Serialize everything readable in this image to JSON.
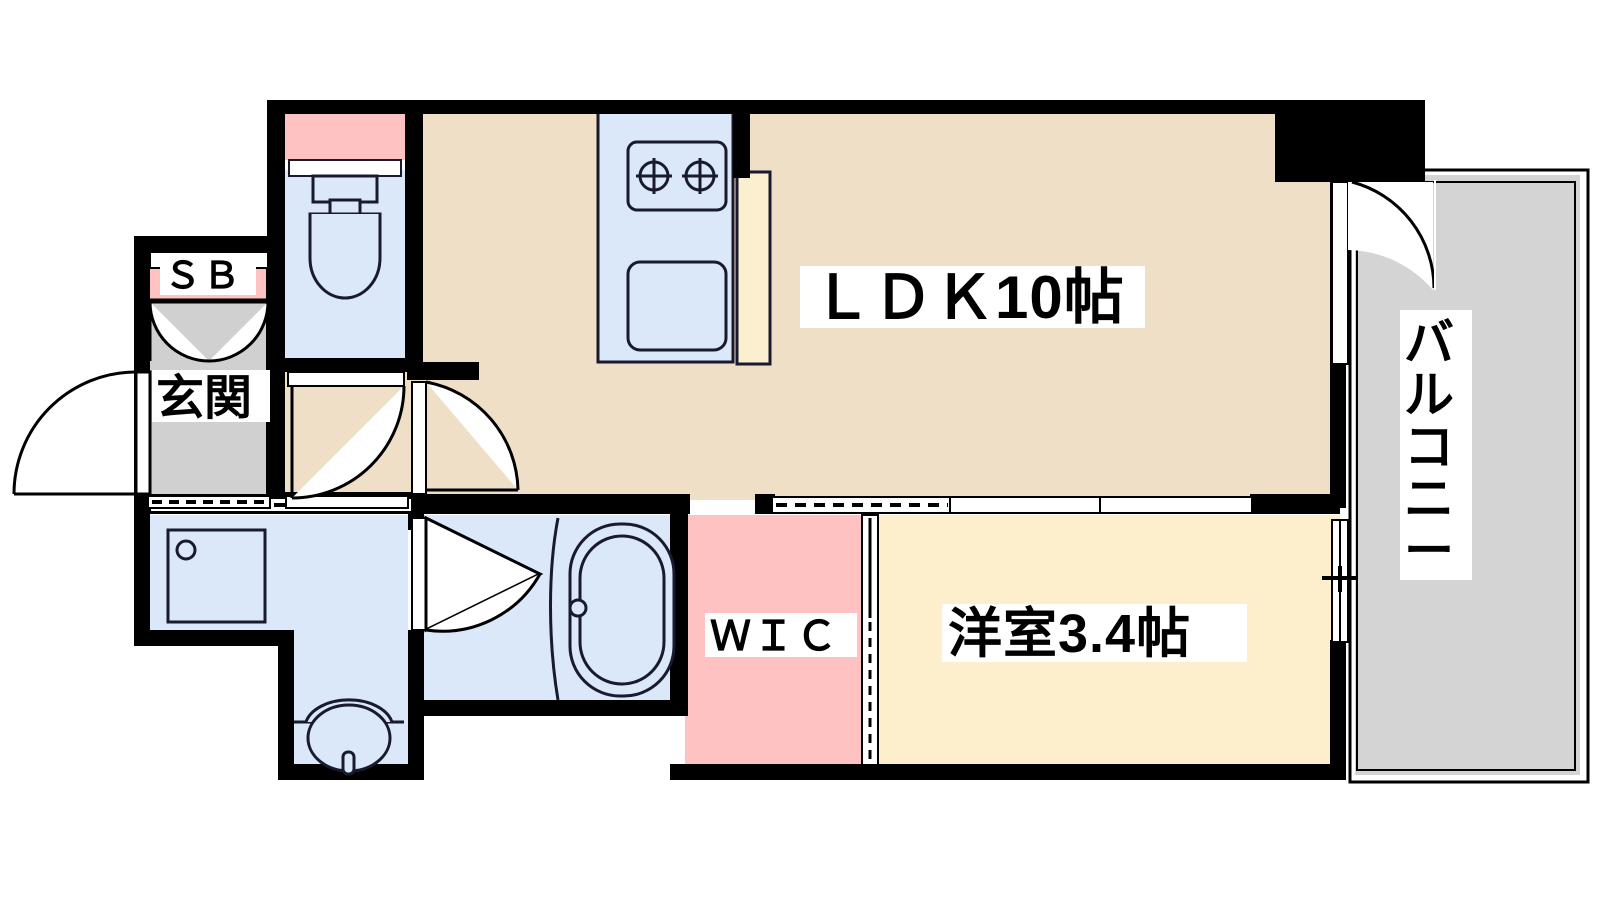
{
  "plan": {
    "title": "間取り図",
    "type": "apartment-floor-plan",
    "orientation": "plan-view"
  },
  "rooms": [
    {
      "key": "ldk",
      "label": "ＬＤＫ10帖",
      "size_jo": 10,
      "floor_color": "#EFDFC7"
    },
    {
      "key": "bedroom",
      "label": "洋室3.4帖",
      "size_jo": 3.4,
      "floor_color": "#FDEFCB"
    },
    {
      "key": "wic",
      "label": "ＷＩＣ",
      "size_jo": null,
      "floor_color": "#FFC2C2"
    },
    {
      "key": "genkan",
      "label": "玄関",
      "size_jo": null,
      "floor_color": "#D0D0D0"
    },
    {
      "key": "sb",
      "label": "ＳＢ",
      "size_jo": null,
      "floor_color": "#FFC2C2"
    },
    {
      "key": "balcony",
      "label": "バルコニー",
      "size_jo": null,
      "floor_color": "#D4D4D4"
    },
    {
      "key": "toilet",
      "label": "",
      "size_jo": null,
      "floor_color": "#DAE8FA"
    },
    {
      "key": "bath",
      "label": "",
      "size_jo": null,
      "floor_color": "#DAE8FA"
    },
    {
      "key": "washroom",
      "label": "",
      "size_jo": null,
      "floor_color": "#DAE8FA"
    }
  ],
  "labels": {
    "ldk": "ＬＤＫ10帖",
    "bedroom": "洋室3.4帖",
    "wic": "ＷＩＣ",
    "genkan": "玄関",
    "sb": "ＳＢ",
    "balcony_chars": [
      "バ",
      "ル",
      "コ",
      "ニ",
      "ー"
    ],
    "balcony": "バルコニー"
  },
  "fixtures": [
    {
      "key": "toilet",
      "name": "toilet-fixture"
    },
    {
      "key": "stove",
      "name": "gas-stove-two-burner"
    },
    {
      "key": "sink",
      "name": "kitchen-sink"
    },
    {
      "key": "counter",
      "name": "kitchen-counter"
    },
    {
      "key": "bathtub",
      "name": "bathtub"
    },
    {
      "key": "washbasin",
      "name": "wash-basin"
    },
    {
      "key": "washing-machine",
      "name": "washing-machine-pan"
    }
  ],
  "doors": [
    {
      "key": "entry-door",
      "name": "entrance-swing-door"
    },
    {
      "key": "sb-door",
      "name": "shoe-box-double-door"
    },
    {
      "key": "genkan-hall",
      "name": "hall-swing-door"
    },
    {
      "key": "ldk-hall",
      "name": "ldk-swing-door"
    },
    {
      "key": "bath-door",
      "name": "bathroom-folding-door"
    },
    {
      "key": "balcony-door",
      "name": "balcony-swing-door"
    },
    {
      "key": "wic-slider",
      "name": "wic-sliding-door"
    },
    {
      "key": "bedroom-slider",
      "name": "bedroom-sliding-door"
    }
  ],
  "windows": [
    {
      "key": "ldk-window",
      "name": "ldk-sliding-window"
    },
    {
      "key": "bedroom-window",
      "name": "bedroom-sliding-window"
    },
    {
      "key": "washroom-window",
      "name": "washroom-window"
    }
  ],
  "colors": {
    "wall": "#000000",
    "ldk_floor": "#EFDFC7",
    "bedroom_floor": "#FDEFCB",
    "pink": "#FFC2C2",
    "blue": "#DAE8FA",
    "gray_genkan": "#D0D0D0",
    "gray_balcony": "#D4D4D4",
    "white": "#FFFFFF",
    "counter_cream": "#FBEFD0",
    "outline": "#1A1A2E"
  }
}
